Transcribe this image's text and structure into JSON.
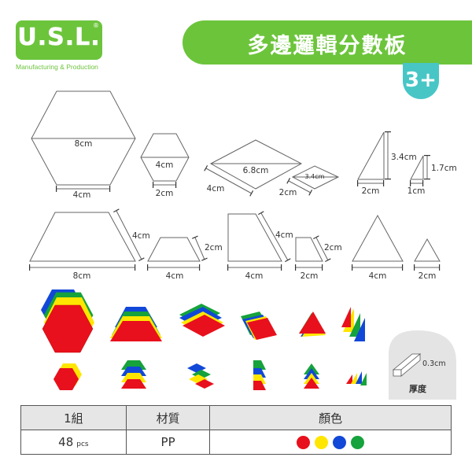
{
  "brand": {
    "logo": "U.S.L.",
    "registered": "®",
    "tagline": "Manufacturing & Production"
  },
  "title": "多邊邏輯分數板",
  "age_badge": "3+",
  "dimensions": {
    "hexagon_large": [
      "8cm",
      "4cm"
    ],
    "hexagon_small": [
      "4cm",
      "2cm"
    ],
    "rhombus_large": [
      "6.8cm",
      "4cm"
    ],
    "rhombus_small": [
      "3.4cm",
      "2cm"
    ],
    "triangle_right_large": [
      "3.4cm",
      "2cm"
    ],
    "triangle_right_small": [
      "1.7cm",
      "1cm"
    ],
    "trapezoid_large": [
      "4cm",
      "8cm"
    ],
    "trapezoid_small": [
      "2cm",
      "4cm"
    ],
    "right_trapezoid_large": [
      "4cm",
      "4cm"
    ],
    "right_trapezoid_small": [
      "2cm",
      "2cm"
    ],
    "triangle_large": [
      "4cm"
    ],
    "triangle_small": [
      "2cm"
    ]
  },
  "thickness": {
    "value": "0.3cm",
    "label": "厚度"
  },
  "table": {
    "headers": [
      "1組",
      "材質",
      "顏色"
    ],
    "quantity": "48",
    "quantity_unit": "pcs",
    "material": "PP"
  },
  "colors": [
    "#e8101c",
    "#ffe600",
    "#1248d8",
    "#16a23c"
  ]
}
